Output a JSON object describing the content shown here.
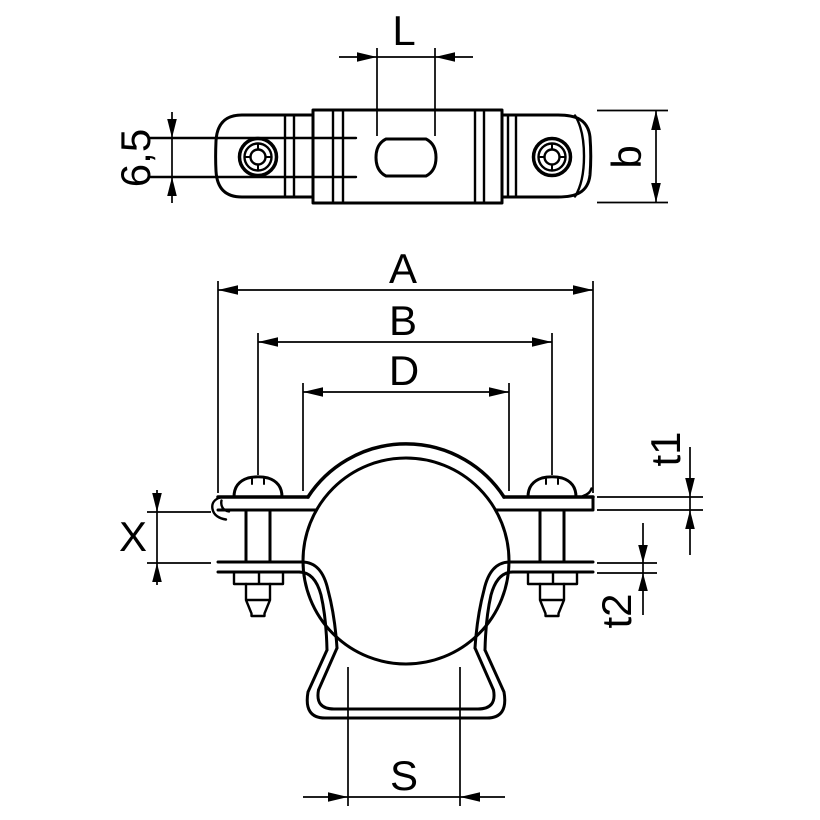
{
  "drawing": {
    "type": "technical-drawing",
    "subject": "pipe spacer clamp, two orthographic views",
    "colors": {
      "line": "#000000",
      "background": "#ffffff"
    }
  },
  "top_view": {
    "labels": {
      "slot_length": "L",
      "slot_width": "6,5",
      "band_width": "b"
    }
  },
  "front_view": {
    "labels": {
      "overall_width": "A",
      "screw_spacing": "B",
      "clamp_diameter": "D",
      "upper_strap_thickness": "t1",
      "clamping_gap": "X",
      "lower_strap_thickness": "t2",
      "foot_span": "S"
    }
  }
}
